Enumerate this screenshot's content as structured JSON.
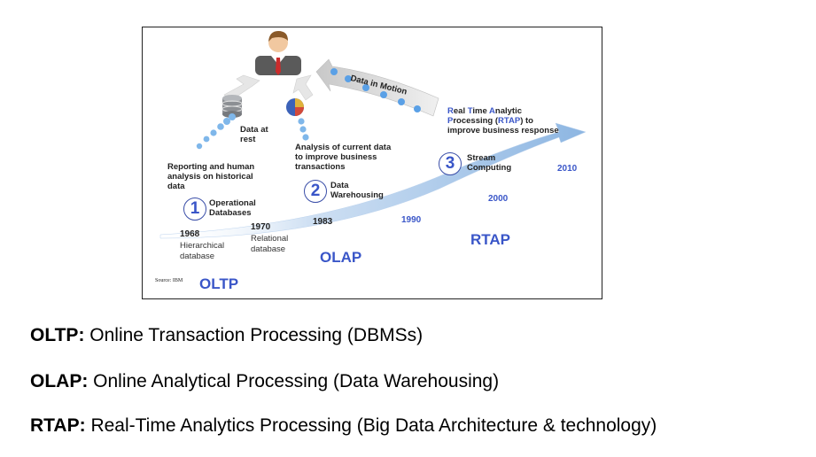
{
  "figure": {
    "source": "Source: IBM",
    "motion_label": "Data in Motion",
    "rest_label": "Data at\nrest",
    "rtap_desc_parts": [
      "R",
      "eal ",
      "T",
      "ime ",
      "A",
      "nalytic\n",
      "P",
      "rocessing (",
      "RTAP",
      ") to\nimprove business response"
    ],
    "stages": [
      {
        "num": "1",
        "name": "Operational\nDatabases",
        "desc": "Reporting and human\nanalysis on historical\ndata"
      },
      {
        "num": "2",
        "name": "Data\nWarehousing",
        "desc": "Analysis of current data\nto improve business\ntransactions"
      },
      {
        "num": "3",
        "name": "Stream\nComputing",
        "desc": ""
      }
    ],
    "milestones": [
      {
        "year": "1968",
        "text": "Hierarchical\ndatabase"
      },
      {
        "year": "1970",
        "text": "Relational\ndatabase"
      },
      {
        "year": "1983",
        "text": ""
      },
      {
        "year": "1990",
        "text": ""
      },
      {
        "year": "2000",
        "text": ""
      },
      {
        "year": "2010",
        "text": ""
      }
    ],
    "eras": [
      "OLTP",
      "OLAP",
      "RTAP"
    ],
    "colors": {
      "accent": "#3a56c8",
      "arrow": "#9cc0e6",
      "year_dark": "#222222"
    }
  },
  "definitions": [
    {
      "term": "OLTP:",
      "text": " Online Transaction Processing  (DBMSs)"
    },
    {
      "term": "OLAP:",
      "text": " Online Analytical Processing  (Data Warehousing)"
    },
    {
      "term": "RTAP:",
      "text": " Real-Time Analytics Processing  (Big Data Architecture & technology)"
    }
  ]
}
